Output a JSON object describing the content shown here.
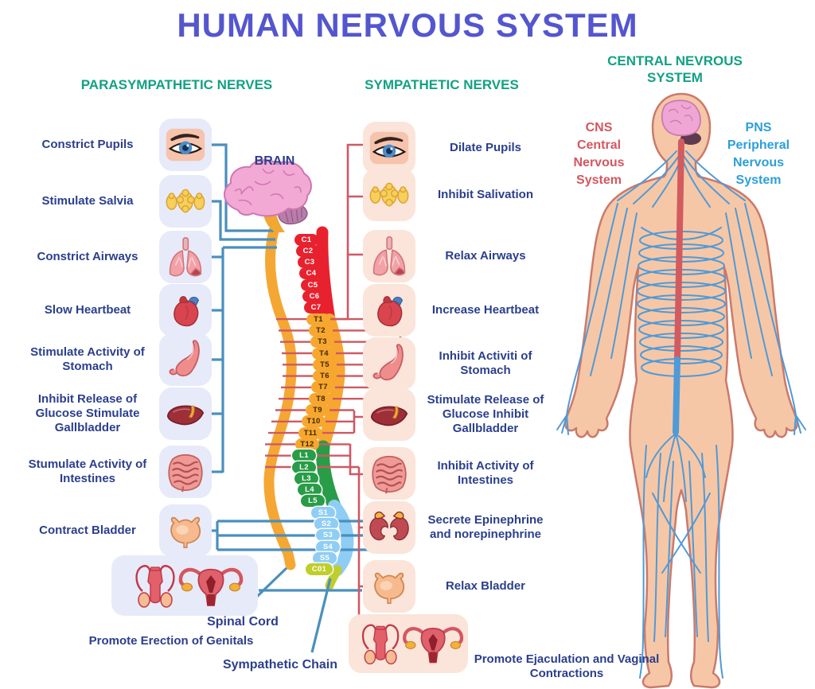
{
  "title": "HUMAN NERVOUS SYSTEM",
  "brain_label": "BRAIN",
  "parasympathetic": {
    "heading": "PARASYMPATHETIC NERVES",
    "items": [
      {
        "label": "Constrict Pupils",
        "icon": "eye-icon"
      },
      {
        "label": "Stimulate Salvia",
        "icon": "salivary-glands-icon"
      },
      {
        "label": "Constrict Airways",
        "icon": "lungs-icon"
      },
      {
        "label": "Slow Heartbeat",
        "icon": "heart-icon"
      },
      {
        "label": "Stimulate Activity of Stomach",
        "icon": "stomach-icon"
      },
      {
        "label": "Inhibit Release of Glucose Stimulate Gallbladder",
        "icon": "liver-icon"
      },
      {
        "label": "Stumulate Activity of Intestines",
        "icon": "intestines-icon"
      },
      {
        "label": "Contract Bladder",
        "icon": "bladder-icon"
      },
      {
        "label": "Promote Erection of Genitals",
        "icon": "genitals-icon"
      }
    ]
  },
  "sympathetic": {
    "heading": "SYMPATHETIC NERVES",
    "items": [
      {
        "label": "Dilate Pupils",
        "icon": "eye-icon"
      },
      {
        "label": "Inhibit Salivation",
        "icon": "salivary-glands-icon"
      },
      {
        "label": "Relax Airways",
        "icon": "lungs-icon"
      },
      {
        "label": "Increase Heartbeat",
        "icon": "heart-icon"
      },
      {
        "label": "Inhibit Activiti of Stomach",
        "icon": "stomach-icon"
      },
      {
        "label": "Stimulate Release of Glucose Inhibit Gallbladder",
        "icon": "liver-icon"
      },
      {
        "label": "Inhibit Activity of Intestines",
        "icon": "intestines-icon"
      },
      {
        "label": "Secrete Epinephrine and norepinephrine",
        "icon": "kidneys-icon"
      },
      {
        "label": "Relax Bladder",
        "icon": "bladder-icon"
      },
      {
        "label": "Promote Ejaculation and Vaginal Contractions",
        "icon": "genitals-icon"
      }
    ]
  },
  "central": {
    "heading": "CENTRAL NEVROUS SYSTEM",
    "cns_lines": [
      "CNS",
      "Central",
      "Nervous",
      "System"
    ],
    "pns_lines": [
      "PNS",
      "Peripheral",
      "Nervous",
      "System"
    ]
  },
  "annotations": {
    "spinal_cord": "Spinal Cord",
    "sympathetic_chain": "Sympathetic Chain"
  },
  "spine": {
    "cervical": [
      "C1",
      "C2",
      "C3",
      "C4",
      "C5",
      "C6",
      "C7"
    ],
    "thoracic": [
      "T1",
      "T2",
      "T3",
      "T4",
      "T5",
      "T6",
      "T7",
      "T8",
      "T9",
      "T10",
      "T11",
      "T12"
    ],
    "lumbar": [
      "L1",
      "L2",
      "L3",
      "L4",
      "L5"
    ],
    "sacral": [
      "S1",
      "S2",
      "S3",
      "S4",
      "S5"
    ],
    "coccygeal": [
      "C01"
    ]
  },
  "colors": {
    "title": "#5456ce",
    "heading": "#12a184",
    "label": "#2b3f8c",
    "cns_text": "#d5575e",
    "pns_text": "#2d9fd8",
    "blue_line": "#4a8fbe",
    "red_line": "#cd5964",
    "spinal_cord": "#f5a733",
    "cervical": "#e8212e",
    "thoracic": "#f7a72f",
    "thoracic_text": "#3f2a08",
    "lumbar": "#289c47",
    "sacral": "#8fcdf4",
    "coccygeal": "#bfce2a",
    "left_tile": "#e7eaf8",
    "right_tile": "#fbe4d9",
    "skin": "#f6c7a6",
    "skin_outline": "#c97a6c",
    "brain_pink": "#f2a9d3"
  }
}
